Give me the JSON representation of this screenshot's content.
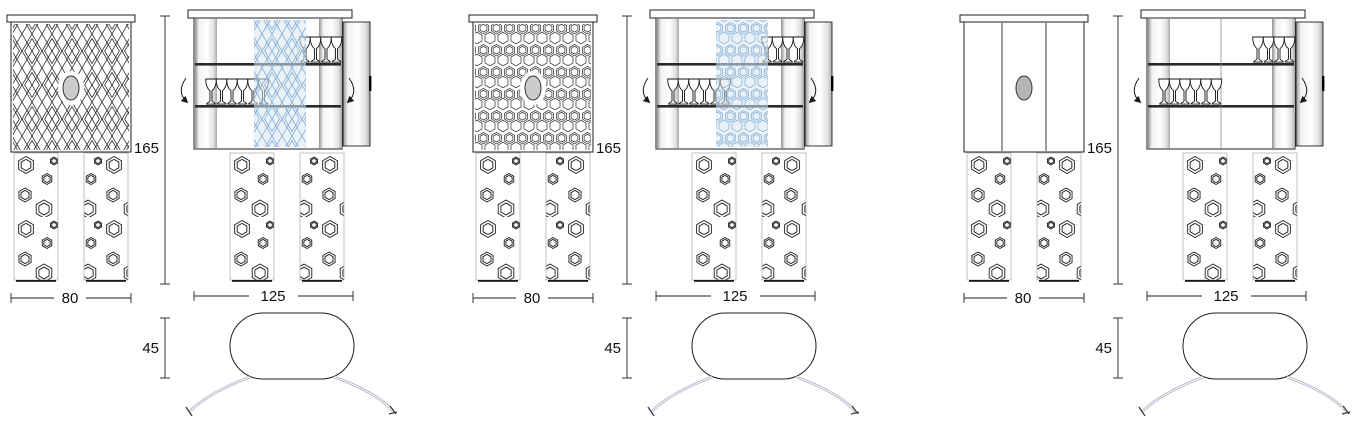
{
  "drawing": {
    "kind": "furniture-technical-drawing",
    "views": [
      "front-closed",
      "front-open",
      "plan"
    ],
    "line_color": "#1f1f1f",
    "pattern_blue": "#7fa9d2",
    "swing_arc_color": "#b5a7c4"
  },
  "variants": [
    {
      "name": "diamond-lattice-front",
      "pattern": "diamond-lattice",
      "dims": {
        "width": "80",
        "height": "165",
        "open_width": "125",
        "depth": "45"
      }
    },
    {
      "name": "hexagon-front",
      "pattern": "hexagon",
      "dims": {
        "width": "80",
        "height": "165",
        "open_width": "125",
        "depth": "45"
      }
    },
    {
      "name": "plain-front",
      "pattern": "plain-panels",
      "dims": {
        "width": "80",
        "height": "165",
        "open_width": "125",
        "depth": "45"
      }
    }
  ]
}
